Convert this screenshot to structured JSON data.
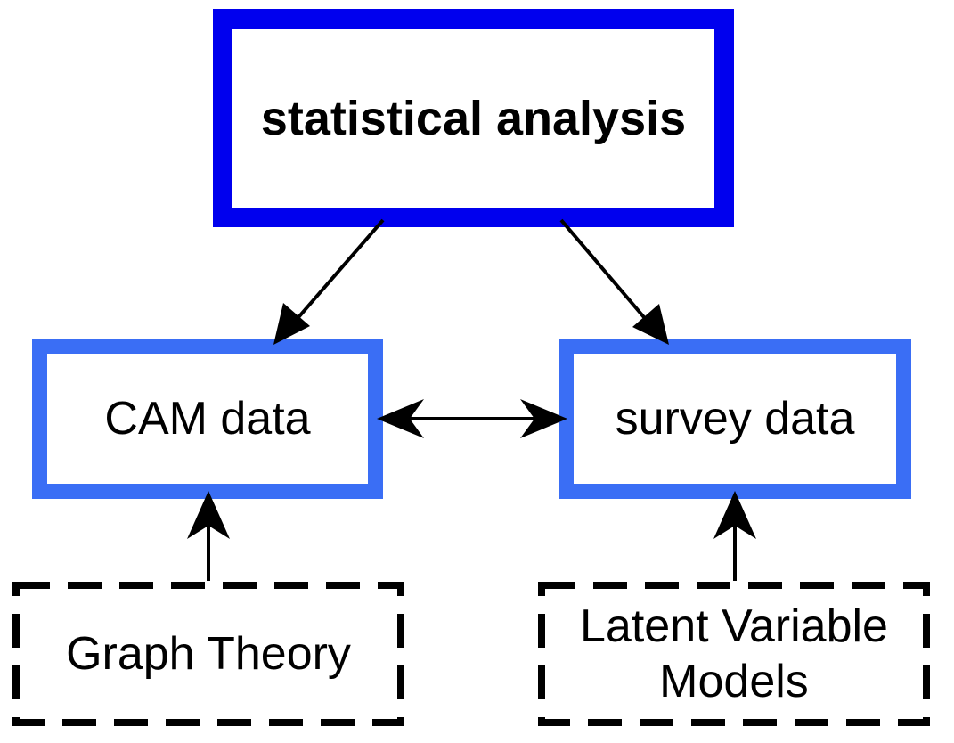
{
  "nodes": {
    "statistical_analysis": "statistical analysis",
    "cam_data": "CAM data",
    "survey_data": "survey data",
    "graph_theory": "Graph Theory",
    "latent_variable_models_line1": "Latent Variable",
    "latent_variable_models_line2": "Models"
  },
  "colors": {
    "primary_box_border": "#0000ee",
    "secondary_box_border": "#3a6ef5",
    "dashed_box_border": "#000000",
    "arrow": "#000000"
  },
  "edges": [
    {
      "from": "statistical analysis",
      "to": "CAM data",
      "type": "directed"
    },
    {
      "from": "statistical analysis",
      "to": "survey data",
      "type": "directed"
    },
    {
      "from": "CAM data",
      "to": "survey data",
      "type": "bidirectional"
    },
    {
      "from": "Graph Theory",
      "to": "CAM data",
      "type": "directed"
    },
    {
      "from": "Latent Variable Models",
      "to": "survey data",
      "type": "directed"
    }
  ]
}
